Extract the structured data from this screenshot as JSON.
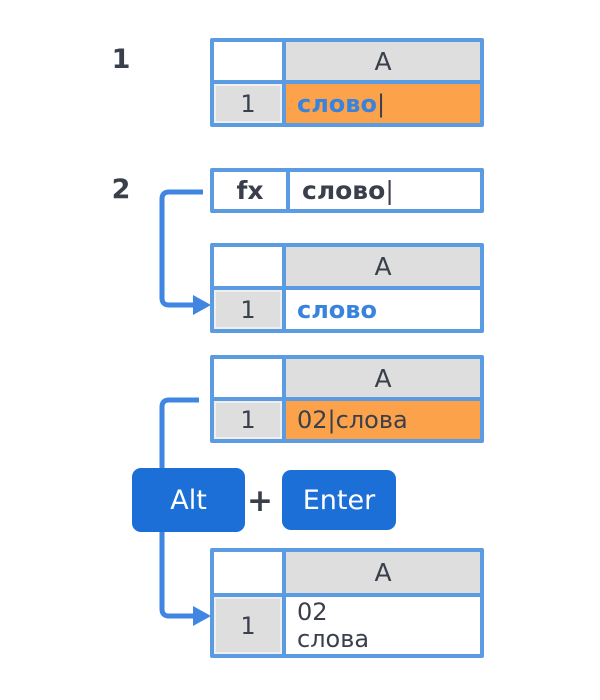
{
  "colors": {
    "table_border": "#5B9BE2",
    "arrow": "#3E86E2",
    "key_background": "#1B6FD6",
    "active_cell_orange": "#FBA24B",
    "typed_text_blue": "#3883DD",
    "text_dark": "#3A3F4C",
    "header_gray": "#DEDEDE"
  },
  "step1": {
    "label": "1",
    "table": {
      "column_header": "A",
      "row_number": "1",
      "cell_text": "слово",
      "cursor": "|"
    }
  },
  "step2": {
    "label": "2",
    "formula_bar": {
      "fx_label": "fx",
      "value": "слово",
      "cursor": "|"
    },
    "table": {
      "column_header": "A",
      "row_number": "1",
      "cell_text": "слово"
    }
  },
  "step3": {
    "editing_table": {
      "column_header": "A",
      "row_number": "1",
      "text_before_cursor": "02 ",
      "cursor": "|",
      "text_after_cursor": "слова"
    },
    "shortcut": {
      "alt_key": "Alt",
      "plus": "+",
      "enter_key": "Enter"
    },
    "result_table": {
      "column_header": "A",
      "row_number": "1",
      "cell_line1": "02",
      "cell_line2": "слова"
    }
  }
}
